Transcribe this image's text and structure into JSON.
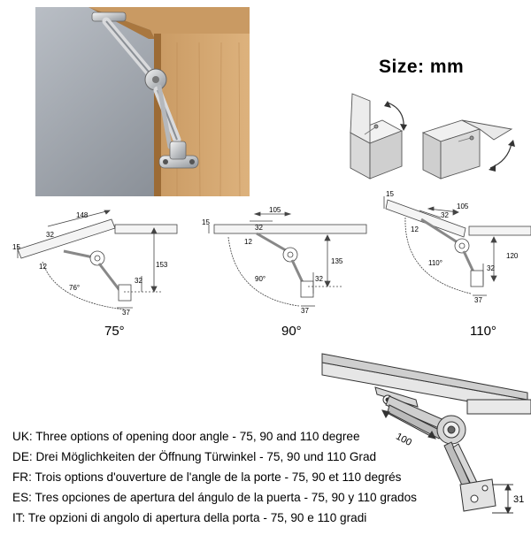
{
  "size_title": "Size: mm",
  "diagrams": [
    {
      "caption": "75°",
      "dims": {
        "top_len": "148",
        "d15": "15",
        "d32": "32",
        "d12": "12",
        "height": "153",
        "d32b": "32",
        "angle": "76°",
        "d37": "37"
      }
    },
    {
      "caption": "90°",
      "dims": {
        "d15": "15",
        "d105": "105",
        "d32": "32",
        "d12": "12",
        "height": "135",
        "angle": "90°",
        "d32b": "32",
        "d37": "37"
      }
    },
    {
      "caption": "110°",
      "dims": {
        "d15": "15",
        "d32": "32",
        "d105": "105",
        "d12": "12",
        "height": "120",
        "angle": "110°",
        "d32b": "32",
        "d37": "37"
      }
    }
  ],
  "detail": {
    "d100": "100",
    "d31": "31"
  },
  "languages": [
    {
      "code": "UK:",
      "text": "Three options of opening door angle - 75, 90 and 110 degree"
    },
    {
      "code": "DE:",
      "text": "Drei Möglichkeiten der Öffnung Türwinkel - 75, 90 und 110 Grad"
    },
    {
      "code": "FR:",
      "text": "Trois options d'ouverture de l'angle de la porte - 75, 90 et 110 degrés"
    },
    {
      "code": "ES:",
      "text": "Tres opciones de apertura del ángulo de la puerta - 75, 90 y 110 grados"
    },
    {
      "code": "IT:",
      "text": " Tre opzioni di angolo di apertura della porta - 75, 90 e 110 gradi"
    }
  ]
}
